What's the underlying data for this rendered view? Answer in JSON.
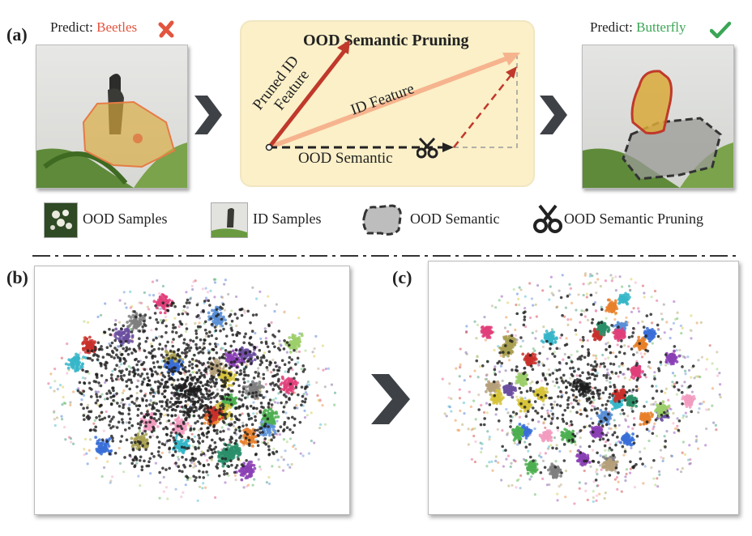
{
  "panel_a": {
    "label": "(a)",
    "left_predict_prefix": "Predict:",
    "left_predict_value": "Beetles",
    "right_predict_prefix": "Predict:",
    "right_predict_value": "Butterfly",
    "box_title": "OOD Semantic Pruning",
    "pruned_label_line1": "Pruned ID",
    "pruned_label_line2": "Feature",
    "id_feature_label": "ID Feature",
    "ood_semantic_label": "OOD Semantic"
  },
  "legend": {
    "ood_samples": "OOD Samples",
    "id_samples": "ID Samples",
    "ood_semantic": "OOD Semantic",
    "ood_semantic_pruning": "OOD Semantic Pruning"
  },
  "panel_b": {
    "label": "(b)"
  },
  "panel_c": {
    "label": "(c)"
  },
  "colors": {
    "wrong": "#e2553e",
    "correct": "#3aa655",
    "box_bg": "#fbf0c8",
    "id_arrow": "#f6b48e",
    "pruned_arrow": "#c0392b",
    "chevron": "#3e4247"
  }
}
